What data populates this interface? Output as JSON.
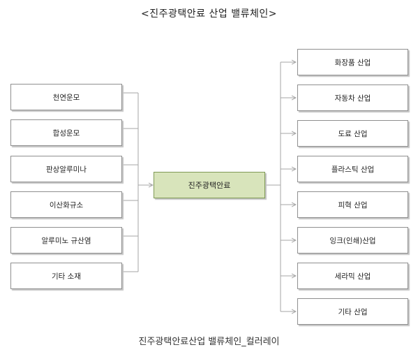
{
  "title": "<진주광택안료 산업 밸류체인>",
  "inputs": [
    "천연운모",
    "합성운모",
    "판상알루미나",
    "이산화규소",
    "알루미노 규산염",
    "기타 소재"
  ],
  "center": "진주광택안료",
  "industries": [
    "화장품 산업",
    "자동차 산업",
    "도료 산업",
    "플라스틱 산업",
    "피혁 산업",
    "잉크(인쇄)산업",
    "세라믹 산업",
    "기타 산업"
  ],
  "caption": "진주광택안료산업 밸류체인_컬러레이",
  "colors": {
    "center_fill": "#d8e4bb",
    "center_border": "#7f9a55",
    "line": "#a6a6a6",
    "box_border": "#8f8f8f"
  }
}
